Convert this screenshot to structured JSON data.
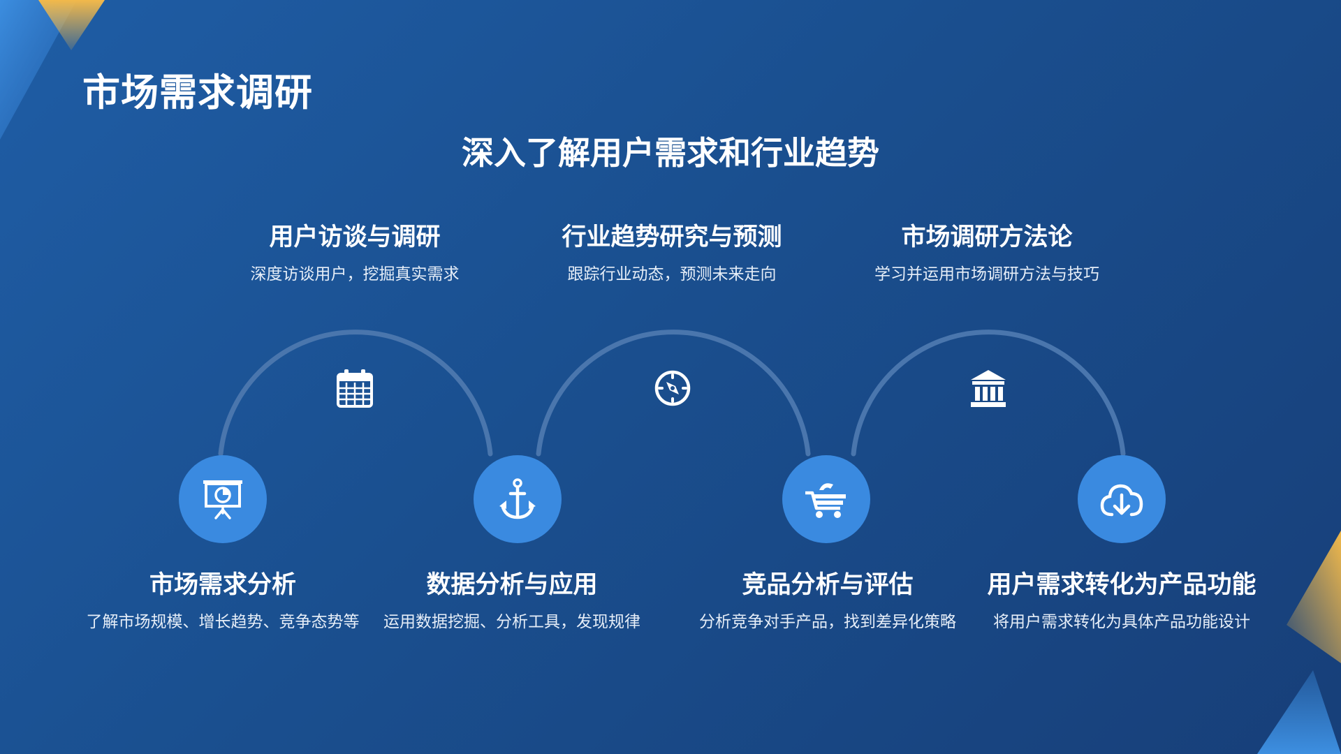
{
  "slide": {
    "title": "市场需求调研",
    "subtitle": "深入了解用户需求和行业趋势"
  },
  "top_items": [
    {
      "heading": "用户访谈与调研",
      "desc": "深度访谈用户，挖掘真实需求",
      "icon": "calendar-icon"
    },
    {
      "heading": "行业趋势研究与预测",
      "desc": "跟踪行业动态，预测未来走向",
      "icon": "compass-icon"
    },
    {
      "heading": "市场调研方法论",
      "desc": "学习并运用市场调研方法与技巧",
      "icon": "bank-icon"
    }
  ],
  "bottom_items": [
    {
      "heading": "市场需求分析",
      "desc": "了解市场规模、增长趋势、竞争态势等",
      "icon": "presentation-chart-icon"
    },
    {
      "heading": "数据分析与应用",
      "desc": "运用数据挖掘、分析工具，发现规律",
      "icon": "anchor-icon"
    },
    {
      "heading": "竞品分析与评估",
      "desc": "分析竞争对手产品，找到差异化策略",
      "icon": "shopping-cart-icon"
    },
    {
      "heading": "用户需求转化为产品功能",
      "desc": "将用户需求转化为具体产品功能设计",
      "icon": "cloud-download-icon"
    }
  ],
  "colors": {
    "background_start": "#1f5da5",
    "background_end": "#173f79",
    "node_fill": "#3a8ae0",
    "arc_stroke": "#4a76ad",
    "accent_gold": "#f2b94a"
  }
}
